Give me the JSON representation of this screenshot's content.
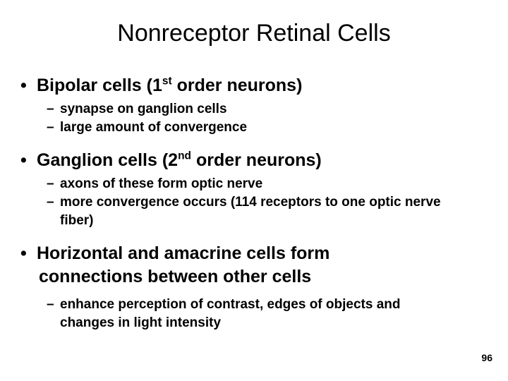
{
  "slide": {
    "title": "Nonreceptor Retinal Cells",
    "page_number": "96",
    "background_color": "#ffffff",
    "text_color": "#000000",
    "bullet_marker": "•",
    "sub_bullet_marker": "–",
    "bullets": [
      {
        "text_before_sup": "Bipolar cells (1",
        "sup": "st",
        "text_after_sup": " order neurons)",
        "sub_items": [
          {
            "text": "synapse on ganglion cells"
          },
          {
            "text": "large amount of convergence"
          }
        ]
      },
      {
        "text_before_sup": "Ganglion cells (2",
        "sup": "nd",
        "text_after_sup": " order neurons)",
        "sub_items": [
          {
            "text": "axons of these form optic nerve"
          },
          {
            "text": "more convergence occurs (114 receptors to one optic nerve fiber)"
          }
        ]
      },
      {
        "text_before_sup": "Horizontal and amacrine cells form connections between other cells",
        "sup": "",
        "text_after_sup": "",
        "sub_items": [
          {
            "text": "enhance perception of contrast, edges of objects and changes in light intensity"
          }
        ]
      }
    ]
  }
}
